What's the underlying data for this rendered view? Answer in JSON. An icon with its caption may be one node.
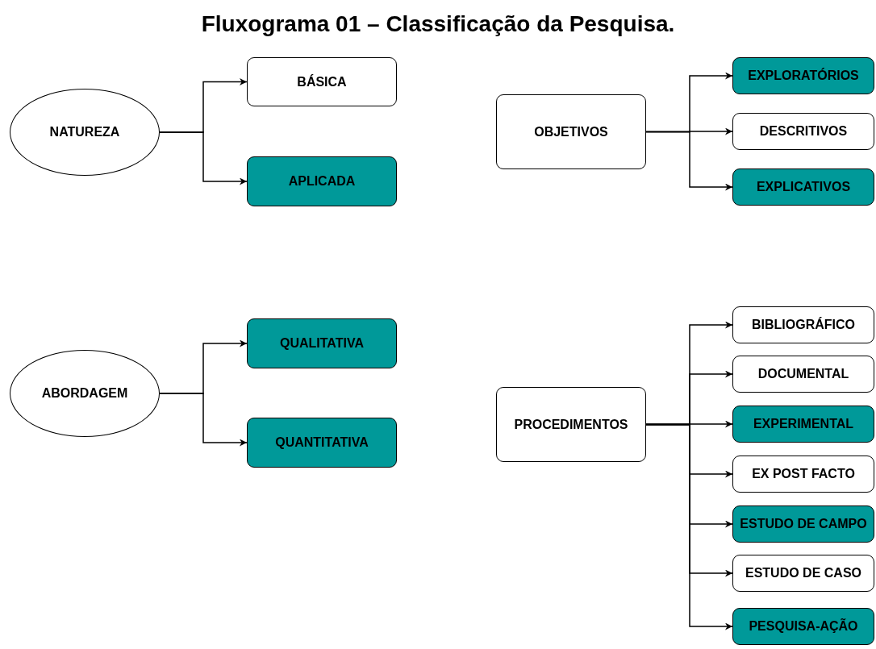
{
  "diagram": {
    "title": "Fluxograma 01 – Classificação da Pesquisa.",
    "nodes": [
      {
        "text": [
          "NATUREZA"
        ]
      },
      {
        "text": [
          "BÁSICA"
        ]
      },
      {
        "text": [
          "APLICADA"
        ]
      },
      {
        "text": [
          "OBJETIVOS"
        ]
      },
      {
        "text": [
          "EXPLORATÓRIOS"
        ]
      },
      {
        "text": [
          "DESCRITIVOS"
        ]
      },
      {
        "text": [
          "EXPLICATIVOS"
        ]
      },
      {
        "text": [
          "ABORDAGEM"
        ]
      },
      {
        "text": [
          "QUALITATIVA"
        ]
      },
      {
        "text": [
          "QUANTITATIVA"
        ]
      },
      {
        "text": [
          "PROCEDIMENTOS"
        ]
      },
      {
        "text": [
          "BIBLIOGRÁFICO"
        ]
      },
      {
        "text": [
          "DOCUMENTAL"
        ]
      },
      {
        "text": [
          "EXPERIMENTAL"
        ]
      },
      {
        "text": [
          "EX POST FACTO"
        ]
      },
      {
        "text": [
          "ESTUDO DE CAMPO"
        ]
      },
      {
        "text": [
          "ESTUDO DE CASO"
        ]
      },
      {
        "text": [
          "PESQUISA-AÇÃO"
        ]
      }
    ],
    "edges": [
      {
        "from": 0,
        "to": 1,
        "arrow": "to"
      },
      {
        "from": 0,
        "to": 2,
        "arrow": "to"
      },
      {
        "from": 3,
        "to": 4,
        "arrow": "to"
      },
      {
        "from": 3,
        "to": 5,
        "arrow": "to"
      },
      {
        "from": 3,
        "to": 6,
        "arrow": "to"
      },
      {
        "from": 7,
        "to": 8,
        "arrow": "to"
      },
      {
        "from": 7,
        "to": 9,
        "arrow": "to"
      },
      {
        "from": 10,
        "to": 11,
        "arrow": "to"
      },
      {
        "from": 10,
        "to": 12,
        "arrow": "to"
      },
      {
        "from": 10,
        "to": 13,
        "arrow": "to"
      },
      {
        "from": 10,
        "to": 14,
        "arrow": "to"
      },
      {
        "from": 10,
        "to": 15,
        "arrow": "to"
      },
      {
        "from": 10,
        "to": 16,
        "arrow": "to"
      },
      {
        "from": 10,
        "to": 17,
        "arrow": "to"
      }
    ]
  }
}
